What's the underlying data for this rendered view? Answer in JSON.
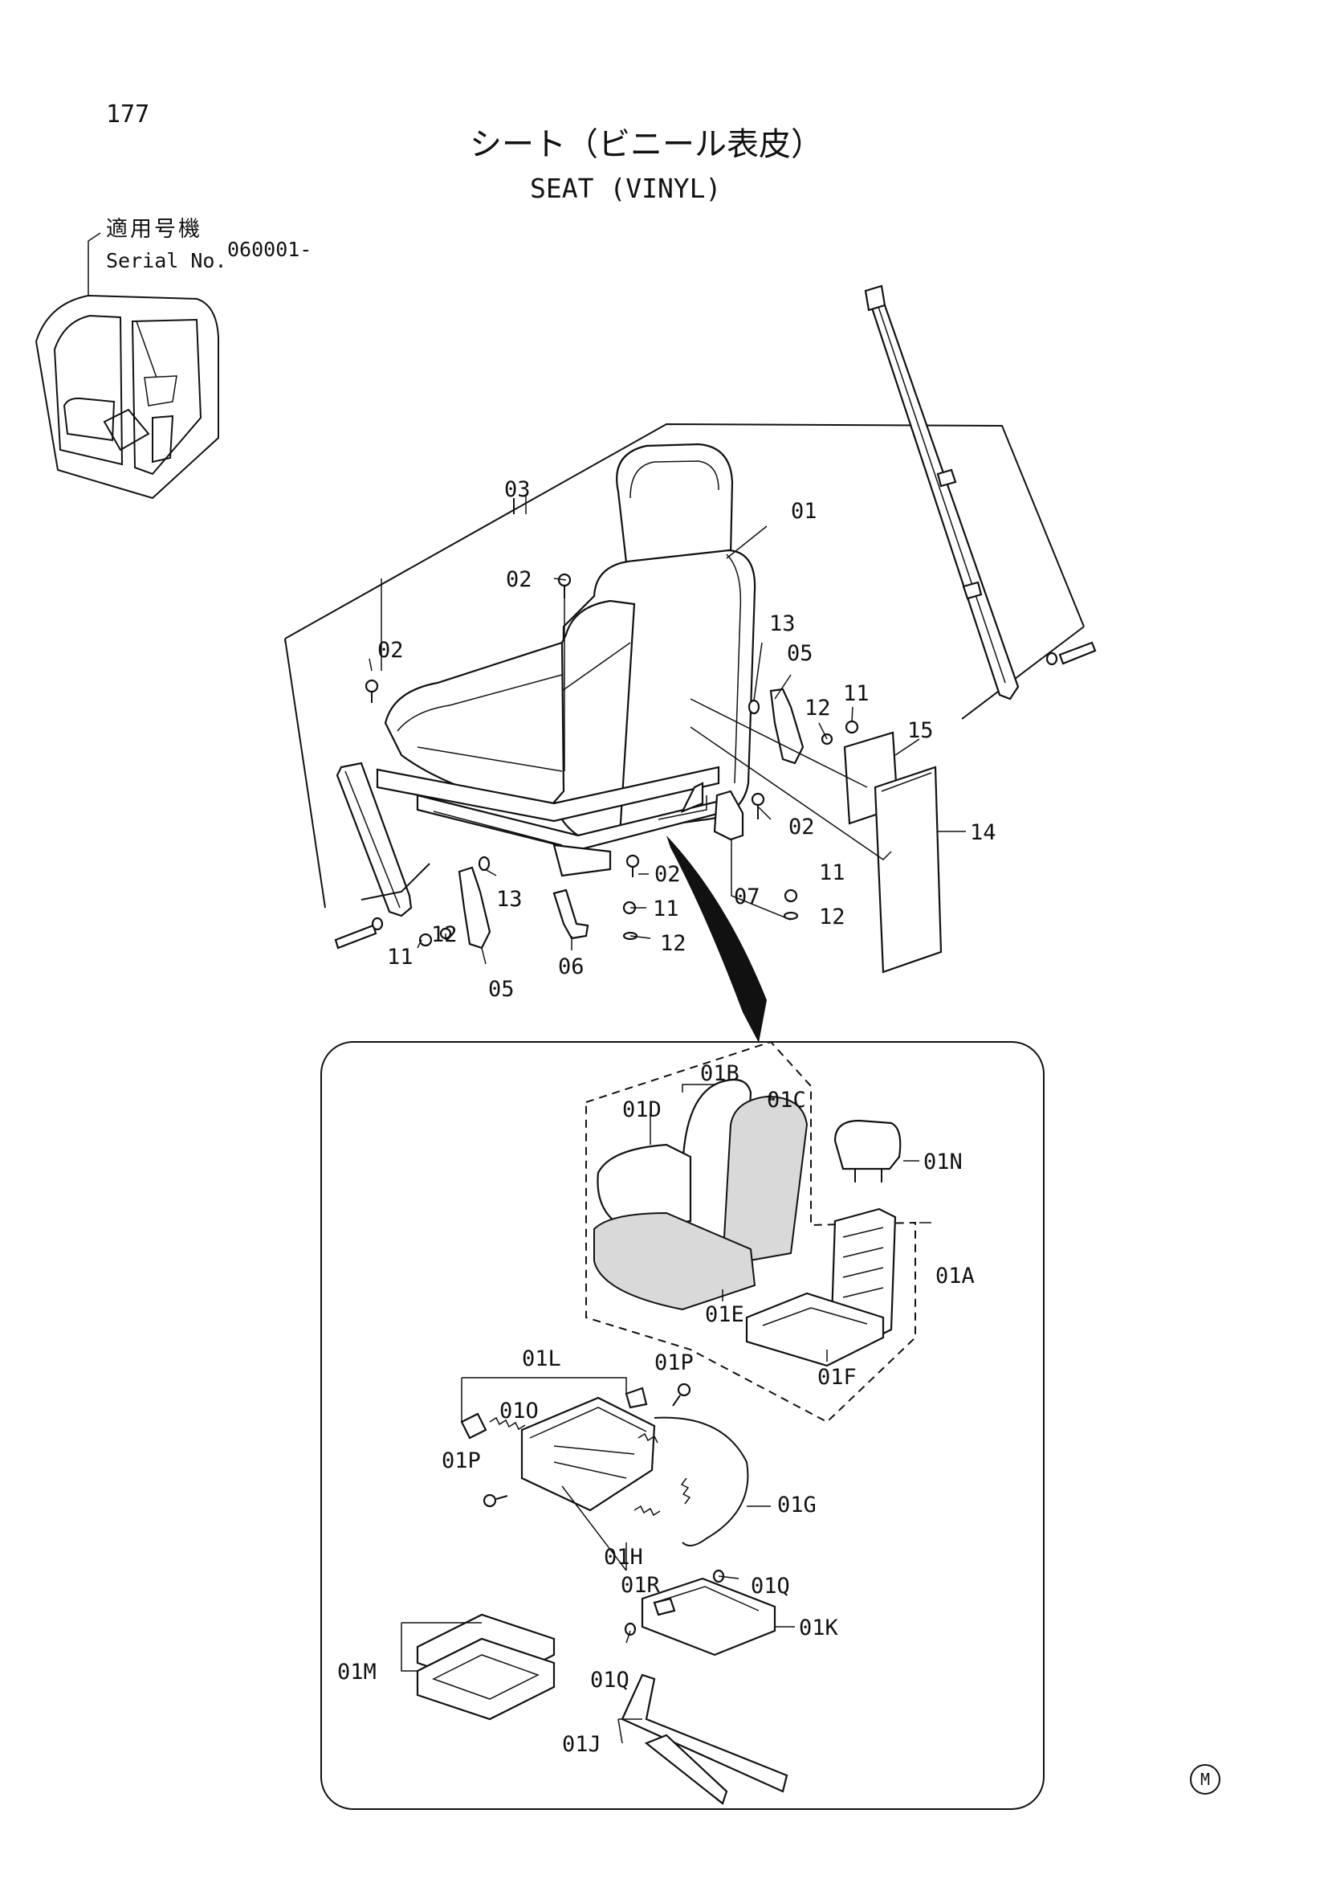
{
  "page": {
    "number": "177",
    "title_jp": "シート（ビニール表皮）",
    "title_en": "SEAT (VINYL)",
    "serial_label_jp": "適用号機",
    "serial_label_en": "Serial No.",
    "serial_value": "060001-",
    "corner_mark": "M"
  },
  "callouts": {
    "c03": "03",
    "c01": "01",
    "c02a": "02",
    "c02b": "02",
    "c02c": "02",
    "c02d": "02",
    "c13a": "13",
    "c13b": "13",
    "c05a": "05",
    "c05b": "05",
    "c12a": "12",
    "c12b": "12",
    "c12c": "12",
    "c12d": "12",
    "c11a": "11",
    "c11b": "11",
    "c11c": "11",
    "c11d": "11",
    "c15": "15",
    "c14": "14",
    "c07": "07",
    "c06": "06",
    "c01B": "01B",
    "c01C": "01C",
    "c01D": "01D",
    "c01N": "01N",
    "c01A": "01A",
    "c01E": "01E",
    "c01F": "01F",
    "c01L": "01L",
    "c01P1": "01P",
    "c01O": "01O",
    "c01P2": "01P",
    "c01G": "01G",
    "c01H": "01H",
    "c01R": "01R",
    "c01Q1": "01Q",
    "c01K": "01K",
    "c01M": "01M",
    "c01Q2": "01Q",
    "c01J": "01J"
  }
}
